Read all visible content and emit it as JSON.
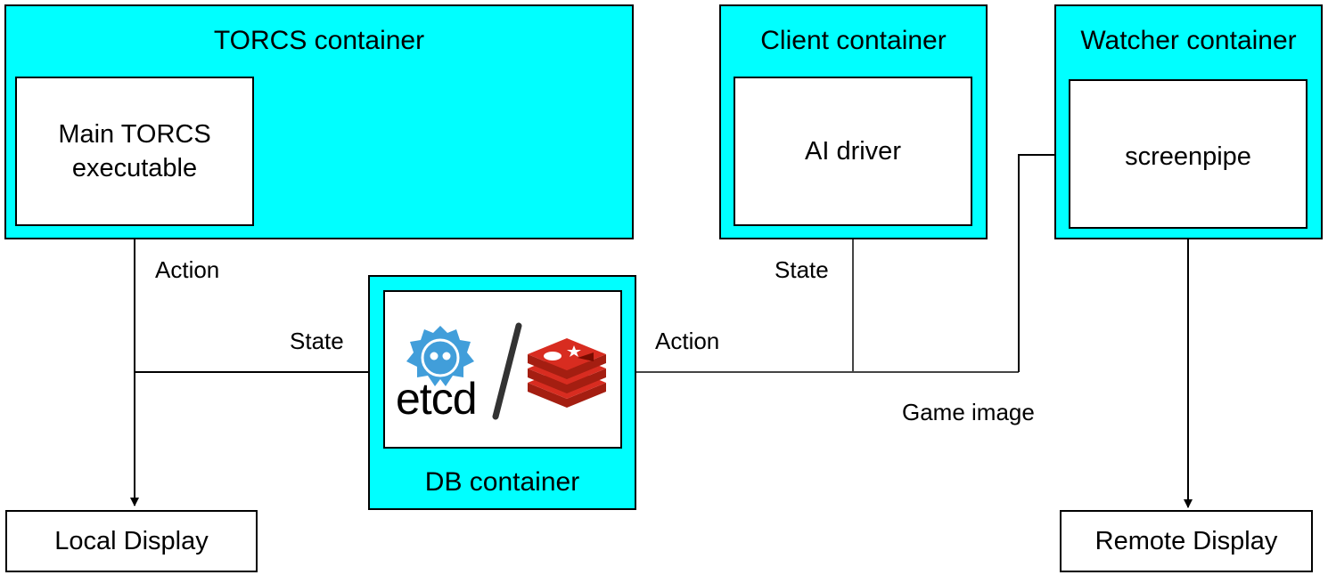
{
  "containers": {
    "torcs": {
      "title": "TORCS container",
      "inner": "Main TORCS executable"
    },
    "client": {
      "title": "Client container",
      "inner": "AI driver"
    },
    "watcher": {
      "title": "Watcher container",
      "inner": "screenpipe"
    },
    "db": {
      "title": "DB container",
      "logo_etcd": "etcd",
      "logo_separator": "/"
    }
  },
  "displays": {
    "local": "Local Display",
    "remote": "Remote Display"
  },
  "edges": {
    "torcs_action": "Action",
    "torcs_state": "State",
    "client_state": "State",
    "client_action": "Action",
    "game_image": "Game image"
  },
  "colors": {
    "container_fill": "#00ffff",
    "etcd_blue": "#419eda",
    "redis_red": "#d82c20"
  },
  "icons": [
    "etcd-logo-icon",
    "redis-logo-icon"
  ]
}
